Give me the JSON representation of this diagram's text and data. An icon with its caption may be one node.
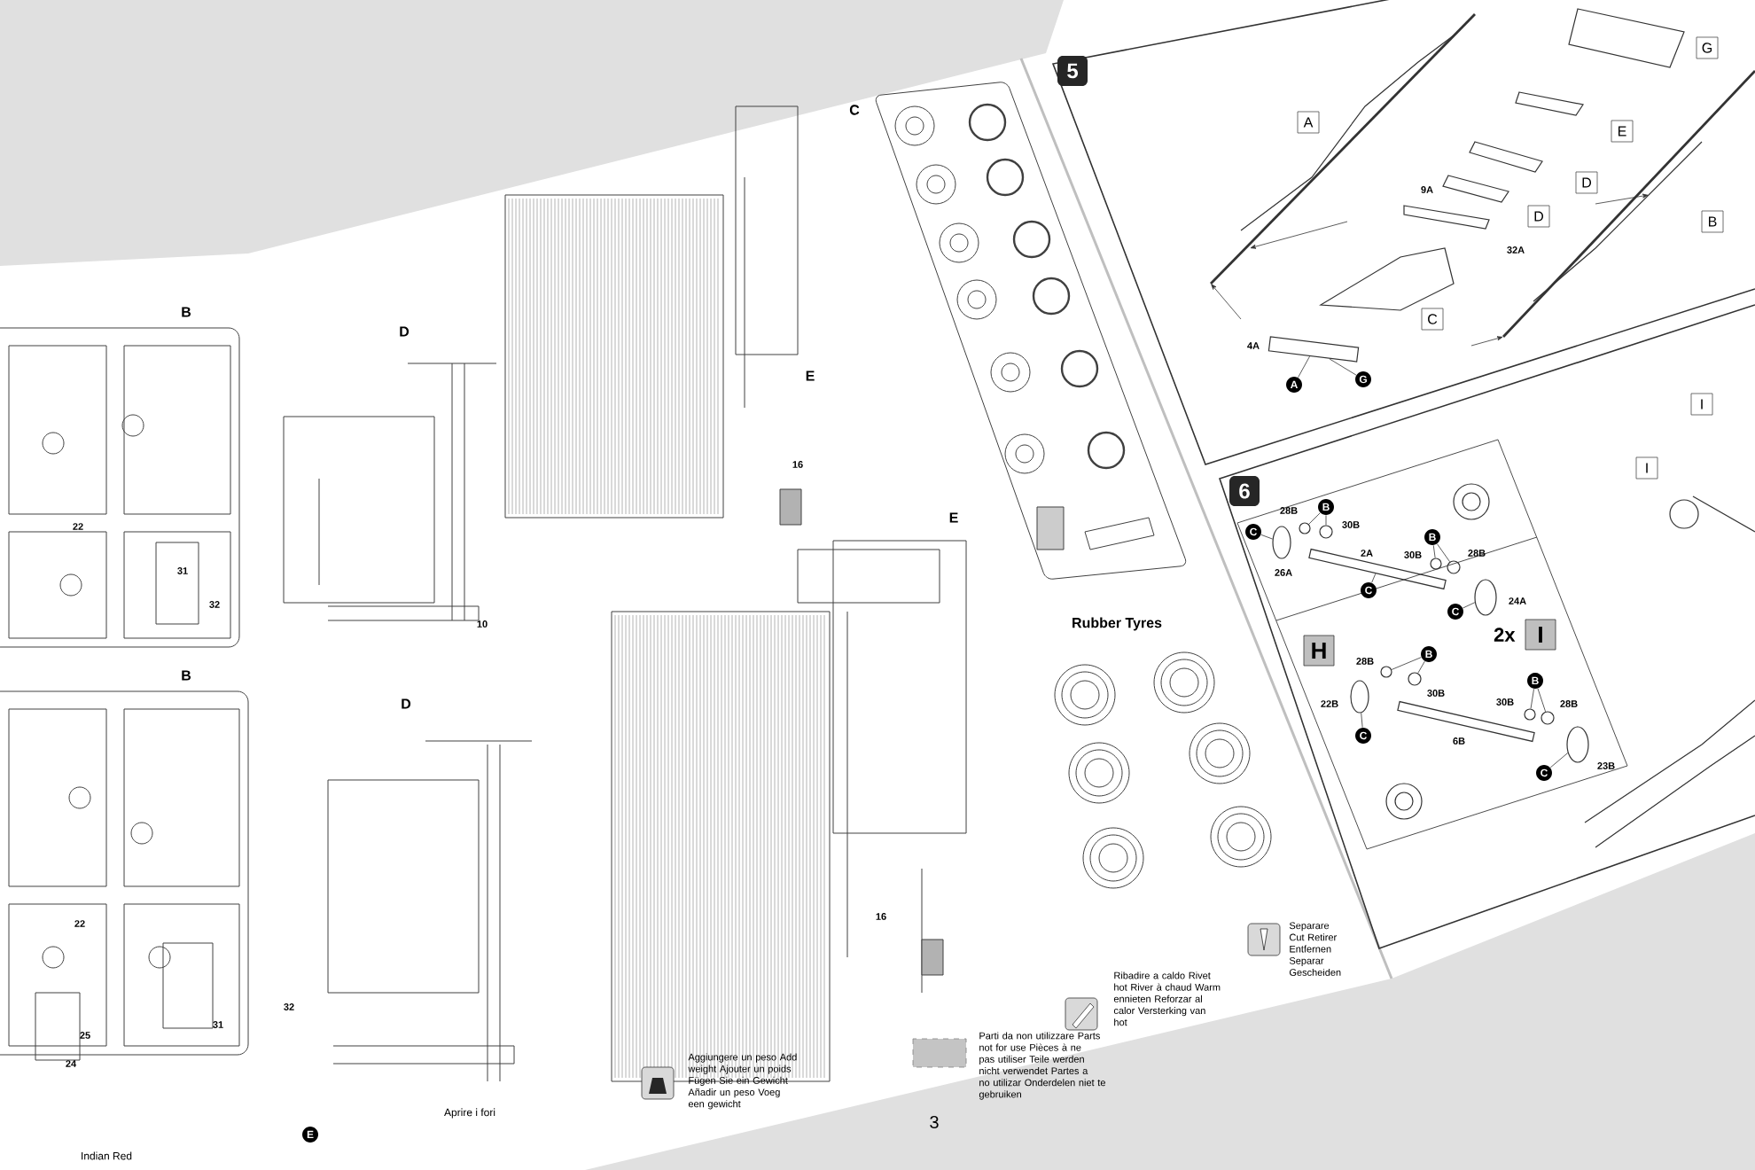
{
  "diagram": {
    "nodes": [
      {
        "text": [
          "5"
        ]
      },
      {
        "text": [
          "A"
        ]
      },
      {
        "text": [
          "G"
        ]
      },
      {
        "text": [
          "E"
        ]
      },
      {
        "text": [
          "D"
        ]
      },
      {
        "text": [
          "D"
        ]
      },
      {
        "text": [
          "B"
        ]
      },
      {
        "text": [
          "C"
        ]
      },
      {
        "text": [
          "A"
        ]
      },
      {
        "text": [
          "G"
        ]
      },
      {
        "text": [
          "6"
        ]
      },
      {
        "text": [
          "B"
        ]
      },
      {
        "text": [
          "C"
        ]
      },
      {
        "text": [
          "C"
        ]
      },
      {
        "text": [
          "B"
        ]
      },
      {
        "text": [
          "C"
        ]
      },
      {
        "text": [
          "H"
        ]
      },
      {
        "text": [
          "I"
        ],
        "beside": [
          "2x"
        ]
      },
      {
        "text": [
          "B"
        ]
      },
      {
        "text": [
          "C"
        ]
      },
      {
        "text": [
          "B"
        ]
      },
      {
        "text": [
          "C"
        ]
      },
      {
        "text": [
          "I"
        ]
      },
      {
        "text": [
          "I"
        ]
      },
      {
        "text": [
          "E"
        ]
      },
      {
        "text": [],
        "shape": "bar"
      },
      {
        "text": [],
        "shape": "circle"
      },
      {
        "text": [],
        "shape": "circle"
      },
      {
        "text": [],
        "shape": "circle"
      },
      {
        "text": [],
        "shape": "bar"
      },
      {
        "text": [],
        "shape": "circle"
      },
      {
        "text": [],
        "shape": "circle"
      },
      {
        "text": [],
        "shape": "circle"
      },
      {
        "text": [],
        "shape": "circle"
      },
      {
        "text": [],
        "shape": "circle"
      },
      {
        "text": [],
        "shape": "circle"
      },
      {
        "text": [],
        "shape": "bar"
      },
      {
        "text": [],
        "shape": "circle"
      },
      {
        "text": [],
        "shape": "circle"
      },
      {
        "text": [],
        "shape": "circle"
      }
    ],
    "edges": [
      {
        "from": 8,
        "to": 25,
        "arrow": "none"
      },
      {
        "from": 9,
        "to": 25,
        "arrow": "none"
      },
      {
        "from": 11,
        "to": 26,
        "arrow": "none"
      },
      {
        "from": 11,
        "to": 27,
        "arrow": "none"
      },
      {
        "from": 12,
        "to": 28,
        "arrow": "none"
      },
      {
        "from": 13,
        "to": 29,
        "arrow": "none"
      },
      {
        "from": 14,
        "to": 30,
        "arrow": "none"
      },
      {
        "from": 14,
        "to": 31,
        "arrow": "none"
      },
      {
        "from": 15,
        "to": 32,
        "arrow": "none"
      },
      {
        "from": 18,
        "to": 33,
        "arrow": "none"
      },
      {
        "from": 18,
        "to": 34,
        "arrow": "none"
      },
      {
        "from": 19,
        "to": 35,
        "arrow": "none"
      },
      {
        "from": 20,
        "to": 37,
        "arrow": "none"
      },
      {
        "from": 20,
        "to": 38,
        "arrow": "none"
      },
      {
        "from": 21,
        "to": 39,
        "arrow": "none"
      }
    ],
    "labels": [
      "B",
      "22",
      "31",
      "32",
      "B",
      "22",
      "31",
      "32",
      "24",
      "25",
      "D",
      "10",
      "D",
      "E",
      "16",
      "E",
      "16",
      "C",
      "Rubber Tyres",
      "9A",
      "32A",
      "4A",
      "28B",
      "30B",
      "26A",
      "2A",
      "30B",
      "28B",
      "24A",
      "28B",
      "30B",
      "22B",
      "6B",
      "30B",
      "28B",
      "23B",
      "Aprire i fori",
      "Aggiungere un peso Add weight Ajouter un poids Fügen Sie ein Gewicht Añadir un peso Voeg een gewicht",
      "3",
      "Ribadire a caldo Rivet hot River à chaud Warm ennieten Reforzar al calor Versterking van hot",
      "Separare Cut Retirer Entfernen Separar Gescheiden",
      "Indian Red"
    ],
    "legend": [
      {
        "text": "Parti da non utilizzare Parts not for use Pièces à ne pas utiliser Teile werden nicht verwendet Partes a no utilizar Onderdelen niet te gebruiken",
        "color": "#c4c4c4"
      }
    ]
  }
}
